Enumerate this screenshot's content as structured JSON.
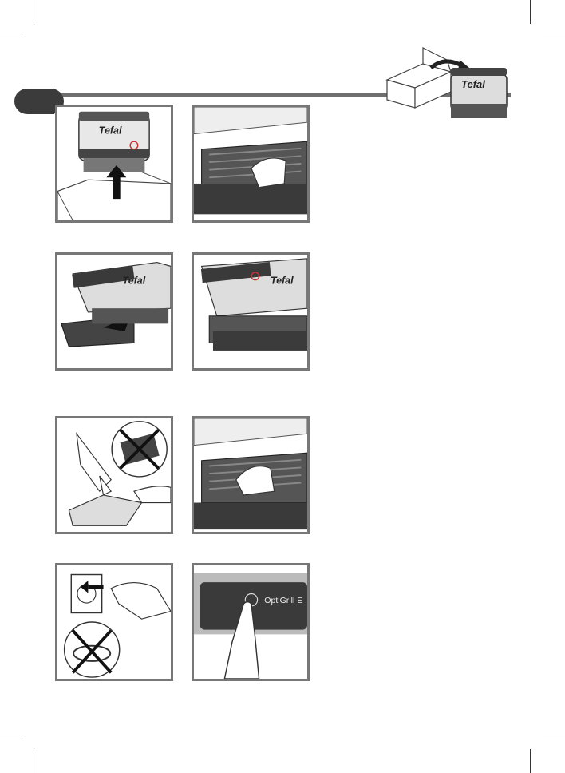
{
  "header": {
    "brand_logo": "Tefal",
    "tab_color": "#3b3b3b",
    "rule_color": "#6f6f6f"
  },
  "steps": [
    {
      "icon": "lift-grill-from-box-illustration"
    },
    {
      "icon": "wipe-grill-plates-illustration"
    },
    {
      "icon": "insert-drip-tray-illustration"
    },
    {
      "icon": "drip-tray-inserted-illustration"
    },
    {
      "icon": "no-abrasive-sponge-illustration"
    },
    {
      "icon": "wipe-plates-with-cloth-illustration"
    },
    {
      "icon": "unplug-no-coiled-cord-illustration"
    },
    {
      "icon": "press-power-button-illustration"
    }
  ],
  "panel_labels": {
    "grill_brand": "Tefal",
    "control_panel_model": "OptiGrill E"
  }
}
